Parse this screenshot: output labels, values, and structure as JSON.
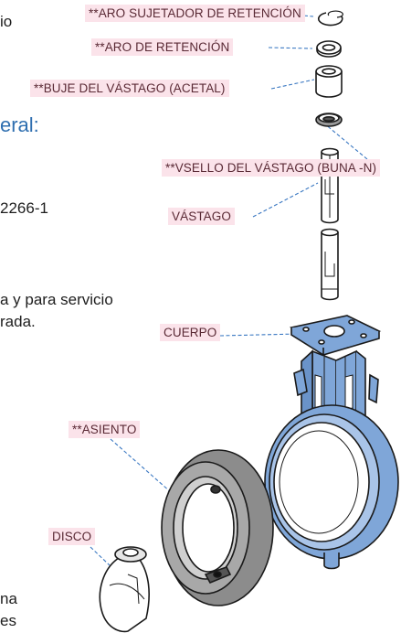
{
  "left_text": {
    "frag_io": "io",
    "frag_eral": "eral:",
    "frag_part": "2266-1",
    "frag_line1": "a y para servicio",
    "frag_line2": "rada.",
    "frag_na": "na",
    "frag_es": "es"
  },
  "callouts": {
    "retaining_clip": "**ARO SUJETADOR DE RETENCIÓN",
    "retaining_ring": "**ARO DE RETENCIÓN",
    "stem_bushing": "**BUJE DEL VÁSTAGO (ACETAL)",
    "stem_seal": "**VSELLO DEL VÁSTAGO (BUNA -N)",
    "stem": "VÁSTAGO",
    "body": "CUERPO",
    "seat": "**ASIENTO",
    "disc": "DISCO"
  },
  "colors": {
    "body_fill": "#7fa6d8",
    "part_line": "#1a1a1a",
    "callout_bg": "#fbe3ea",
    "leader": "#3a78c2",
    "heading_blue": "#2f6fb0"
  }
}
